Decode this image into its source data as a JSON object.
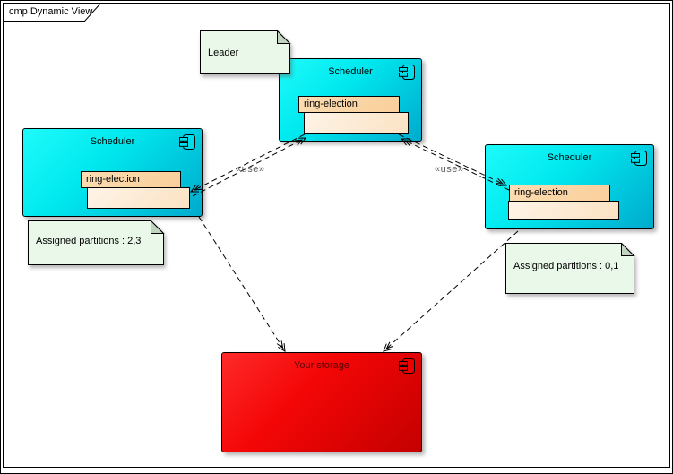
{
  "frame": {
    "label": "cmp Dynamic View"
  },
  "components": {
    "scheduler_top": {
      "title": "Scheduler",
      "port_label": "ring-election"
    },
    "scheduler_left": {
      "title": "Scheduler",
      "port_label": "ring-election"
    },
    "scheduler_right": {
      "title": "Scheduler",
      "port_label": "ring-election"
    },
    "storage": {
      "title": "Your storage"
    }
  },
  "notes": {
    "leader": {
      "text": "Leader"
    },
    "left_partitions": {
      "text": "Assigned partitions : 2,3"
    },
    "right_partitions": {
      "text": "Assigned partitions : 0,1"
    }
  },
  "links": {
    "use_left": {
      "label": "«use»"
    },
    "use_right": {
      "label": "«use»"
    }
  },
  "colors": {
    "component_cyan_light": "#1efafa",
    "component_cyan_dark": "#00aacd",
    "component_red_light": "#ff2a2a",
    "component_red_dark": "#c40000",
    "port_orange": "#f9cf9b",
    "port_peach": "#fef4e8",
    "note_green": "#e9f8e9",
    "note_fold": "#c0d4c0",
    "line_black": "#000000",
    "use_text_gray": "#5c5c5c"
  }
}
